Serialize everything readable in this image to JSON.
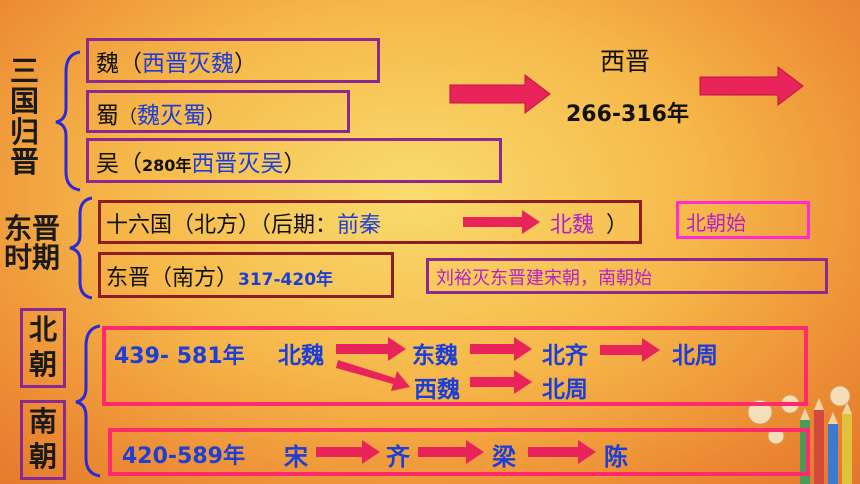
{
  "left_labels": {
    "sanguo_guijin": [
      "三",
      "国",
      "归",
      "晋"
    ],
    "dongjin_shiqi": [
      "东晋",
      "时期"
    ],
    "beichao": [
      "北",
      "朝"
    ],
    "nanchao": [
      "南",
      "朝"
    ]
  },
  "three_kingdoms": {
    "wei_name": "魏",
    "wei_note": "西晋灭魏",
    "shu_name": "蜀",
    "shu_note": "魏灭蜀",
    "wu_name": "吴",
    "wu_year": "280年",
    "wu_note": "西晋灭吴",
    "western_jin": "西晋",
    "western_jin_years": "266-316年"
  },
  "eastern_jin": {
    "sixteen_kingdoms": "十六国（北方）（后期：",
    "qianqin": "前秦",
    "beiwei": "北魏",
    "close_paren": "）",
    "beichao_start": "北朝始",
    "dongjin": "东晋（南方）",
    "dongjin_years": "317-420年",
    "liuyu": "刘裕灭东晋建宋朝，南朝始"
  },
  "northern_dynasties": {
    "years": "439- 581年",
    "beiwei": "北魏",
    "dongwei": "东魏",
    "beiqi": "北齐",
    "beizhou_top": "北周",
    "xiwei": "西魏",
    "beizhou_bottom": "北周"
  },
  "southern_dynasties": {
    "years": "420-589年",
    "song": "宋",
    "qi": "齐",
    "liang": "梁",
    "chen": "陈"
  },
  "colors": {
    "purple_border": "#8b2a8e",
    "brown_border": "#8c1c28",
    "magenta_border": "#ff2bd4",
    "pink_border": "#ff2a6d",
    "blue_text": "#1d3fd6",
    "brace_blue": "#2b2bd6",
    "arrow_fill": "#e8245a"
  }
}
